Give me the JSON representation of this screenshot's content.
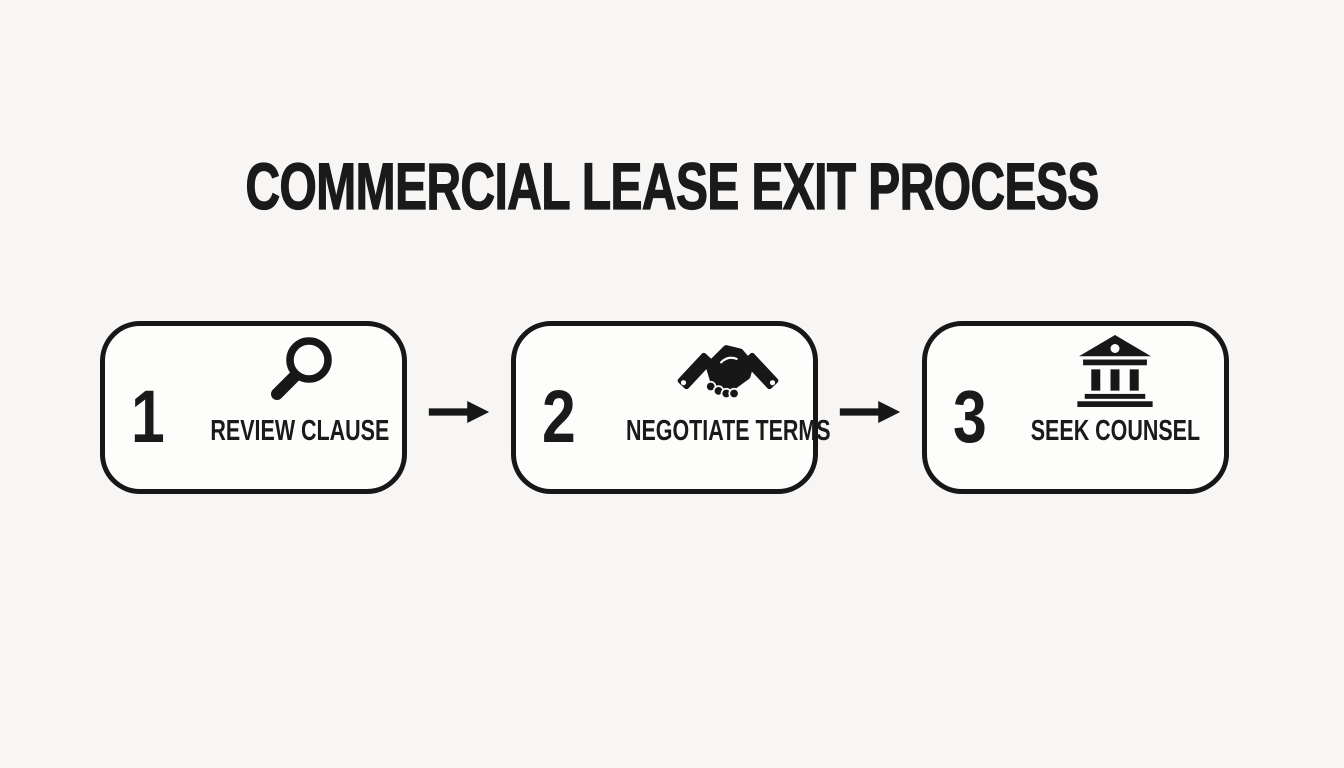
{
  "title": "COMMERCIAL LEASE EXIT PROCESS",
  "colors": {
    "background": "#f7f6f4",
    "box_fill": "#fdfdfc",
    "ink": "#1a1a1a",
    "border": "#171717"
  },
  "steps": [
    {
      "number": "1",
      "label": "REVIEW CLAUSE",
      "icon": "magnifier-icon"
    },
    {
      "number": "2",
      "label": "NEGOTIATE TERMS",
      "icon": "handshake-icon"
    },
    {
      "number": "3",
      "label": "SEEK COUNSEL",
      "icon": "bank-icon"
    }
  ],
  "connectors": [
    {
      "icon": "right-arrow-icon"
    },
    {
      "icon": "right-arrow-icon"
    }
  ]
}
